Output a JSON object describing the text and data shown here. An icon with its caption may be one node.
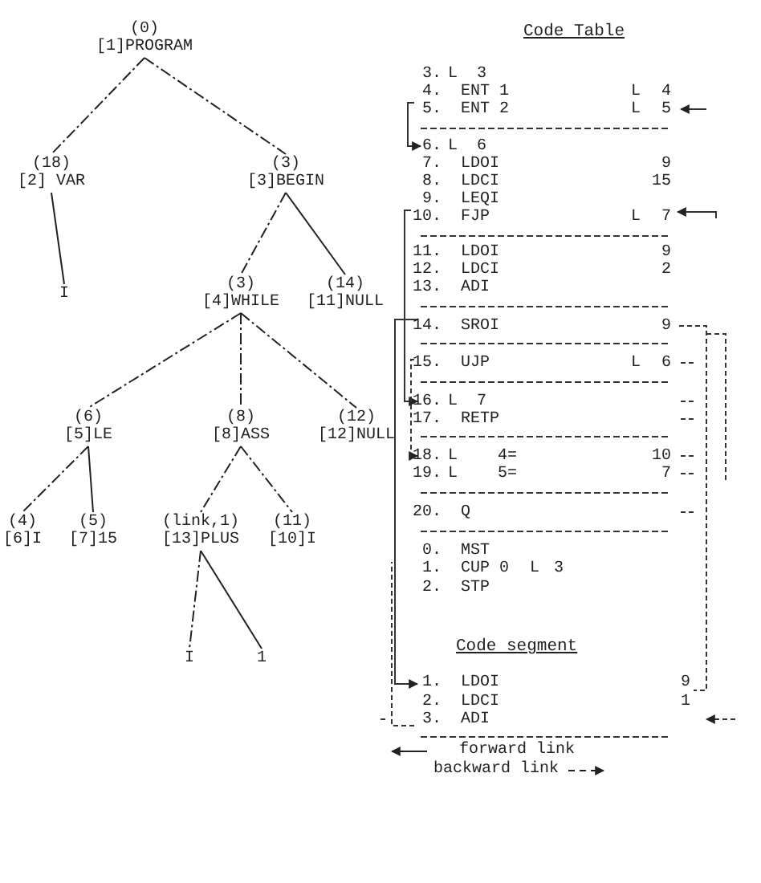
{
  "diagram": {
    "nodes": [
      {
        "text": [
          "(0)",
          "[1]PROGRAM"
        ]
      },
      {
        "text": [
          "(18)",
          "[2] VAR"
        ]
      },
      {
        "text": [
          "(3)",
          "[3]BEGIN"
        ]
      },
      {
        "text": [
          "I"
        ]
      },
      {
        "text": [
          "(3)",
          "[4]WHILE"
        ]
      },
      {
        "text": [
          "(14)",
          "[11]NULL"
        ]
      },
      {
        "text": [
          "(6)",
          "[5]LE"
        ]
      },
      {
        "text": [
          "(8)",
          "[8]ASS"
        ]
      },
      {
        "text": [
          "(12)",
          "[12]NULL"
        ]
      },
      {
        "text": [
          "(4)",
          "[6]I"
        ]
      },
      {
        "text": [
          "(5)",
          "[7]15"
        ]
      },
      {
        "text": [
          "(link,1)",
          "[13]PLUS"
        ]
      },
      {
        "text": [
          "(11)",
          "[10]I"
        ]
      },
      {
        "text": [
          "I"
        ]
      },
      {
        "text": [
          "1"
        ]
      }
    ],
    "edges": [
      {
        "from": 0,
        "to": 1,
        "arrow": "none",
        "style": "dashed"
      },
      {
        "from": 0,
        "to": 2,
        "arrow": "none",
        "style": "dashed"
      },
      {
        "from": 1,
        "to": 3,
        "arrow": "none"
      },
      {
        "from": 2,
        "to": 4,
        "arrow": "none",
        "style": "dashed"
      },
      {
        "from": 2,
        "to": 5,
        "arrow": "none"
      },
      {
        "from": 4,
        "to": 6,
        "arrow": "none",
        "style": "dashed"
      },
      {
        "from": 4,
        "to": 7,
        "arrow": "none",
        "style": "dashed"
      },
      {
        "from": 4,
        "to": 8,
        "arrow": "none",
        "style": "dashed"
      },
      {
        "from": 6,
        "to": 9,
        "arrow": "none",
        "style": "dashed"
      },
      {
        "from": 6,
        "to": 10,
        "arrow": "none"
      },
      {
        "from": 7,
        "to": 11,
        "arrow": "none",
        "style": "dashed"
      },
      {
        "from": 7,
        "to": 12,
        "arrow": "none",
        "style": "dashed"
      },
      {
        "from": 11,
        "to": 13,
        "arrow": "none",
        "style": "dashed"
      },
      {
        "from": 11,
        "to": 14,
        "arrow": "none"
      }
    ],
    "labels": [
      "Code Table",
      "3.",
      "L",
      "3",
      "4.",
      "ENT 1",
      "L",
      "4",
      "5.",
      "ENT 2",
      "L",
      "5",
      "6.",
      "L",
      "6",
      "7.",
      "LDOI",
      "9",
      "8.",
      "LDCI",
      "15",
      "9.",
      "LEQI",
      "10.",
      "FJP",
      "L",
      "7",
      "11.",
      "LDOI",
      "9",
      "12.",
      "LDCI",
      "2",
      "13.",
      "ADI",
      "14.",
      "SROI",
      "9",
      "15.",
      "UJP",
      "L",
      "6",
      "16.",
      "L",
      "7",
      "17.",
      "RETP",
      "18.",
      "L",
      "4=",
      "10",
      "19.",
      "L",
      "5=",
      "7",
      "20.",
      "Q",
      "0.",
      "MST",
      "1.",
      "CUP 0",
      "L",
      "3",
      "2.",
      "STP",
      "Code segment",
      "1.",
      "LDOI",
      "9",
      "2.",
      "LDCI",
      "1",
      "3.",
      "ADI"
    ],
    "legend": [
      {
        "text": "forward link"
      },
      {
        "text": "backward link"
      }
    ]
  }
}
